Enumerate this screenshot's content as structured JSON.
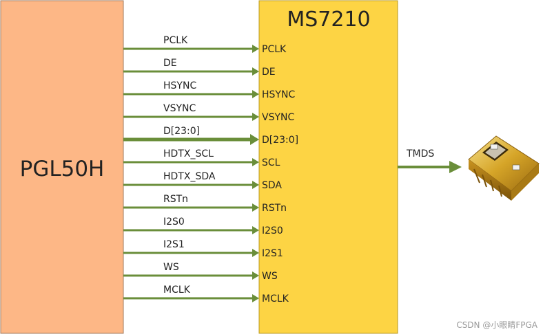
{
  "fpga": {
    "name": "PGL50H",
    "fill": "#FDB786"
  },
  "chip": {
    "name": "MS7210",
    "fill": "#FDD444"
  },
  "arrow_color": "#6A8E3A",
  "signals": [
    {
      "label": "PCLK",
      "pin": "PCLK",
      "bus": false
    },
    {
      "label": "DE",
      "pin": "DE",
      "bus": false
    },
    {
      "label": "HSYNC",
      "pin": "HSYNC",
      "bus": false
    },
    {
      "label": "VSYNC",
      "pin": "VSYNC",
      "bus": false
    },
    {
      "label": "D[23:0]",
      "pin": "D[23:0]",
      "bus": true
    },
    {
      "label": "HDTX_SCL",
      "pin": "SCL",
      "bus": false
    },
    {
      "label": "HDTX_SDA",
      "pin": "SDA",
      "bus": false
    },
    {
      "label": "RSTn",
      "pin": "RSTn",
      "bus": false
    },
    {
      "label": "I2S0",
      "pin": "I2S0",
      "bus": false
    },
    {
      "label": "I2S1",
      "pin": "I2S1",
      "bus": false
    },
    {
      "label": "WS",
      "pin": "WS",
      "bus": false
    },
    {
      "label": "MCLK",
      "pin": "MCLK",
      "bus": false
    }
  ],
  "output": {
    "label": "TMDS"
  },
  "connector": {
    "icon": "hdmi-connector-icon"
  },
  "watermark": "CSDN @小眼睛FPGA"
}
